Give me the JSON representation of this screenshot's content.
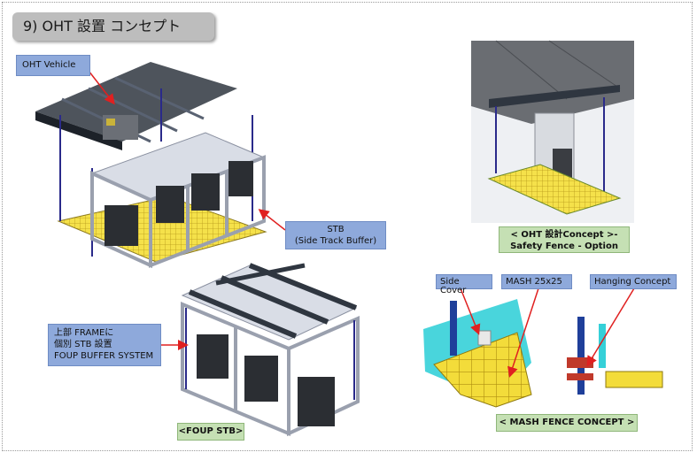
{
  "title": "9) OHT 設置 コンセプト",
  "labels": {
    "oht_vehicle": "OHT Vehicle",
    "stb_line1": "STB",
    "stb_line2": "(Side Track Buffer)",
    "frame_line1": "上部 FRAMEに",
    "frame_line2": "個別 STB 設置",
    "frame_line3": "FOUP BUFFER SYSTEM",
    "side_cover": "Side Cover",
    "mash": "MASH 25x25",
    "hanging": "Hanging Concept"
  },
  "captions": {
    "oht_line1": "< OHT 設計Concept >-",
    "oht_line2": "Safety Fence - Option",
    "foup_stb": "<FOUP STB>",
    "mash_fence": "< MASH FENCE CONCEPT >"
  },
  "colors": {
    "callout_bg": "#8ea9db",
    "caption_bg": "#c5e0b4",
    "frame_dark": "#2f3640",
    "frame_light": "#d9dde6",
    "mesh_yellow": "#f5e14a",
    "arrow_red": "#e02020",
    "cyan": "#35d0d8"
  }
}
